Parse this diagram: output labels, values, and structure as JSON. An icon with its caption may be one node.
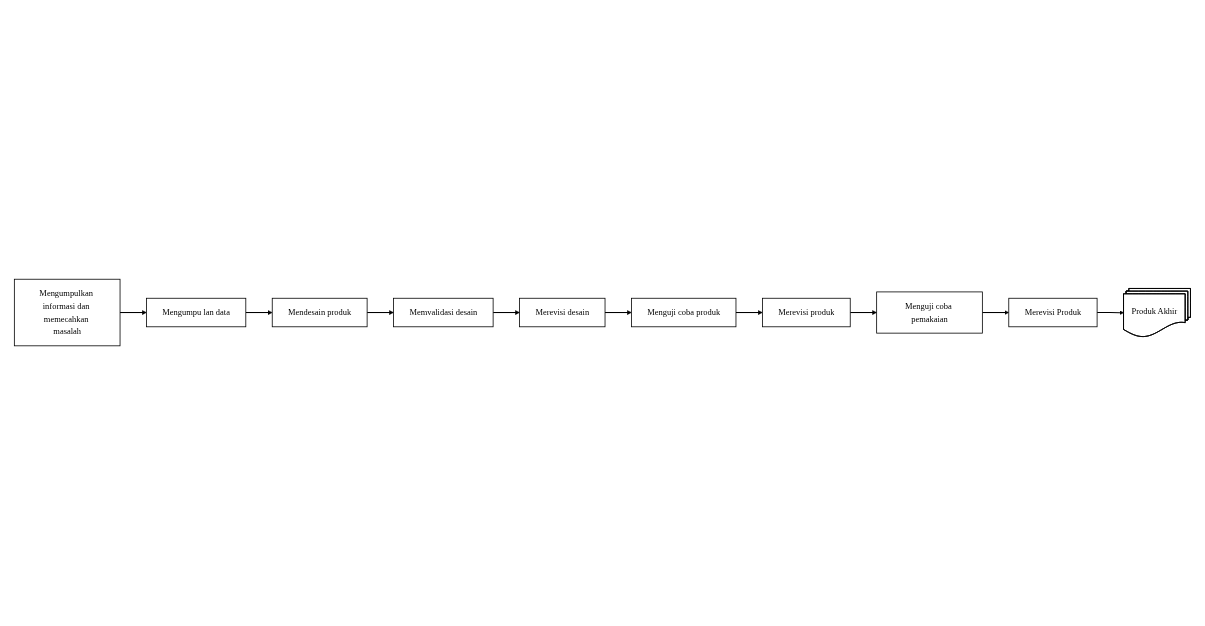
{
  "diagram": {
    "nodes": [
      {
        "text": [
          "Mengumpulkan informasi dan memecahkan masalah"
        ]
      },
      {
        "text": [
          "Mengumpu lan data"
        ]
      },
      {
        "text": [
          "Mendesain produk"
        ]
      },
      {
        "text": [
          "Memvalidasi desain"
        ]
      },
      {
        "text": [
          "Merevisi desain"
        ]
      },
      {
        "text": [
          "Menguji coba produk"
        ]
      },
      {
        "text": [
          "Merevisi produk"
        ]
      },
      {
        "text": [
          "Menguji coba pemakaian"
        ]
      },
      {
        "text": [
          "Merevisi Produk"
        ]
      },
      {
        "text": [
          "Produk Akhir"
        ]
      }
    ],
    "edges": [
      {
        "from": 0,
        "to": 1,
        "arrow": "to"
      },
      {
        "from": 1,
        "to": 2,
        "arrow": "to"
      },
      {
        "from": 2,
        "to": 3,
        "arrow": "to"
      },
      {
        "from": 3,
        "to": 4,
        "arrow": "to"
      },
      {
        "from": 4,
        "to": 5,
        "arrow": "to"
      },
      {
        "from": 5,
        "to": 6,
        "arrow": "to"
      },
      {
        "from": 6,
        "to": 7,
        "arrow": "to"
      },
      {
        "from": 7,
        "to": 8,
        "arrow": "to"
      },
      {
        "from": 8,
        "to": 9,
        "arrow": "to"
      }
    ]
  }
}
